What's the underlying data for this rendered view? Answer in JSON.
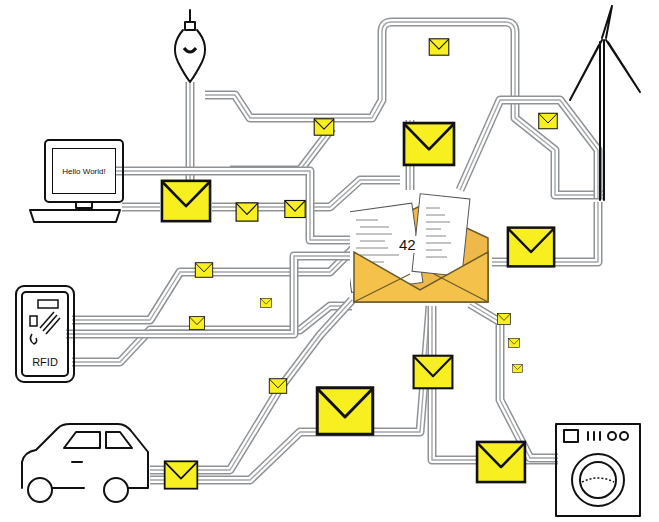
{
  "diagram": {
    "nodes": [
      {
        "text": [
          "Hello World!"
        ]
      },
      {
        "text": [
          "RFID"
        ]
      },
      {
        "text": [
          "42"
        ]
      }
    ],
    "edges": [
      {
        "from": 0,
        "to": 2,
        "arrow": "none"
      },
      {
        "from": 1,
        "to": 2,
        "arrow": "none"
      }
    ]
  }
}
